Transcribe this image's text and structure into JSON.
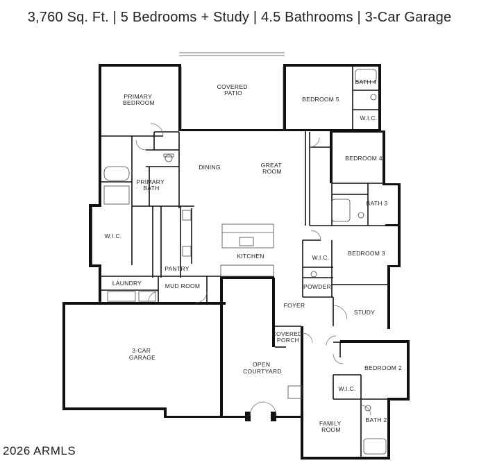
{
  "header": {
    "summary": "3,760 Sq. Ft. | 5 Bedrooms + Study | 4.5 Bathrooms | 3-Car Garage"
  },
  "rooms": {
    "primary_bedroom": [
      "PRIMARY",
      "BEDROOM"
    ],
    "covered_patio": [
      "COVERED",
      "PATIO"
    ],
    "bedroom_5": "BEDROOM 5",
    "bath_4": "BATH 4",
    "wic_1": "W.I.C.",
    "bedroom_4": "BEDROOM 4",
    "dining": "DINING",
    "great_room": [
      "GREAT",
      "ROOM"
    ],
    "primary_bath": [
      "PRIMARY",
      "BATH"
    ],
    "bath_3": "BATH 3",
    "wic_primary": "W.I.C.",
    "kitchen": "KITCHEN",
    "wic_2": "W.I.C.",
    "bedroom_3": "BEDROOM 3",
    "pantry": "PANTRY",
    "laundry": "LAUNDRY",
    "mud_room": "MUD ROOM",
    "powder": "POWDER",
    "foyer": "FOYER",
    "study": "STUDY",
    "covered_porch": [
      "COVERED",
      "PORCH"
    ],
    "garage": [
      "3-CAR",
      "GARAGE"
    ],
    "open_courtyard": [
      "OPEN",
      "COURTYARD"
    ],
    "bedroom_2": "BEDROOM 2",
    "wic_3": "W.I.C.",
    "bath_2": "BATH 2",
    "family_room": [
      "FAMILY",
      "ROOM"
    ]
  },
  "footer": {
    "copyright": "2026 ARMLS"
  }
}
